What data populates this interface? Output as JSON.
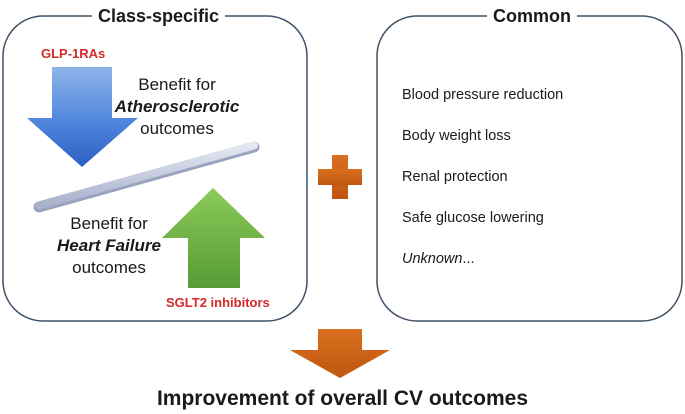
{
  "panels": {
    "class_specific": {
      "title": "Class-specific",
      "glp1_label": "GLP-1RAs",
      "sglt2_label": "SGLT2 inhibitors",
      "athero": {
        "line1": "Benefit for",
        "line2": "Atherosclerotic",
        "line3": "outcomes"
      },
      "hf": {
        "line1": "Benefit for",
        "line2": "Heart Failure",
        "line3": "outcomes"
      }
    },
    "common": {
      "title": "Common",
      "items": [
        "Blood pressure reduction",
        "Body weight loss",
        "Renal protection",
        "Safe glucose lowering"
      ],
      "unknown_italic": "Unknown",
      "unknown_suffix": "..."
    }
  },
  "result": {
    "title": "Improvement of overall CV outcomes"
  },
  "colors": {
    "down_arrow": "#3a6fd0",
    "up_arrow": "#63a83f",
    "plus": "#cc5f14",
    "result_arrow": "#cc5f14",
    "drug_label": "#d42a2a",
    "panel_border": "#3f5266"
  }
}
